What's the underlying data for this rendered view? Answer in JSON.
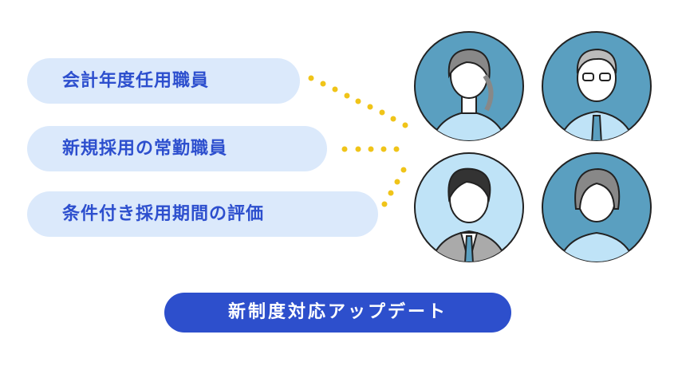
{
  "labels": [
    {
      "text": "会計年度任用職員"
    },
    {
      "text": "新規採用の常勤職員"
    },
    {
      "text": "条件付き採用期間の評価"
    }
  ],
  "cta": {
    "text": "新制度対応アップデート"
  },
  "colors": {
    "accent": "#2d4fcc",
    "pill_bg": "#dbe9fb",
    "dot": "#f0c419",
    "avatar_dark": "#5a9fc0",
    "avatar_light": "#bfe3f7"
  }
}
